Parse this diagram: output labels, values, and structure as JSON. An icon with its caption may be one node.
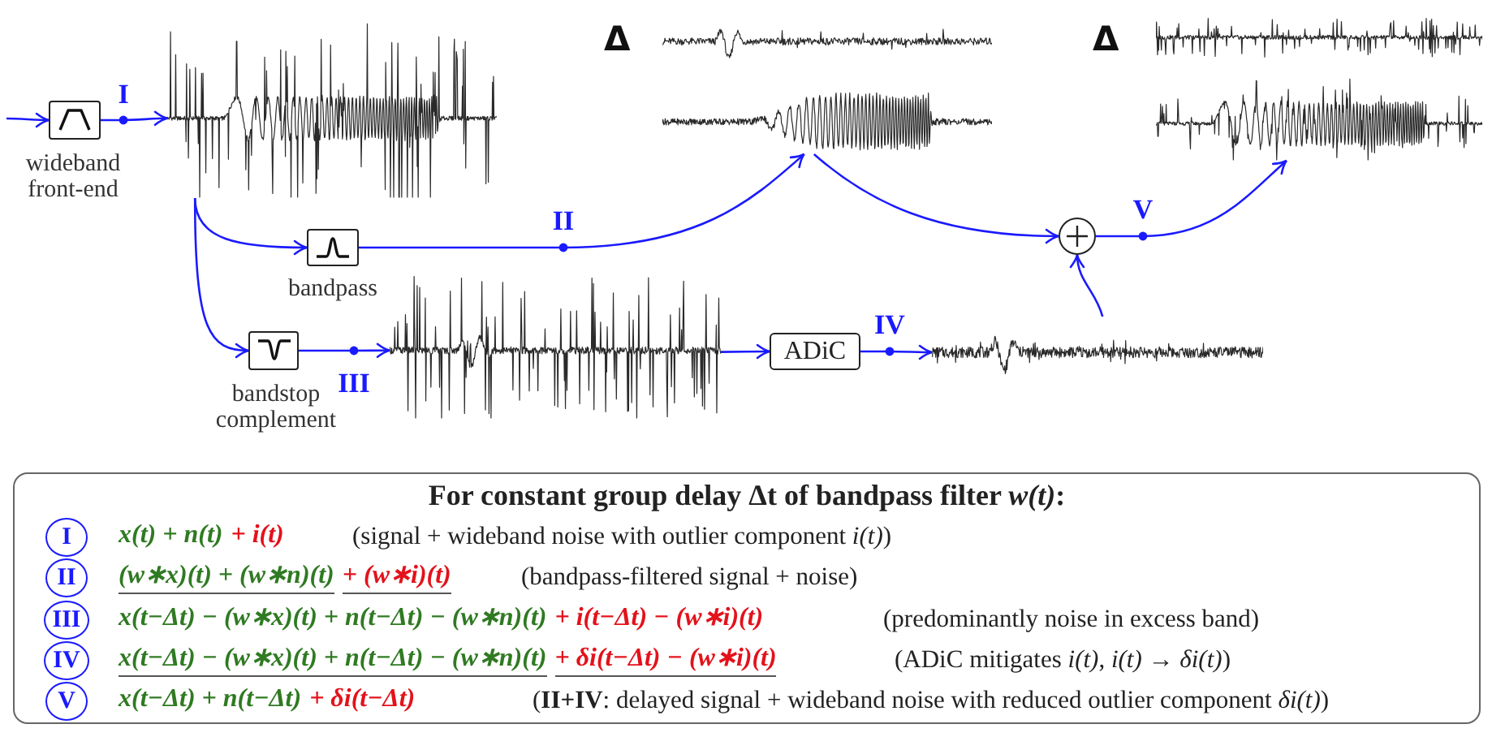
{
  "diagram": {
    "nodes": [
      {
        "text": [],
        "shape": "box",
        "beside": [
          "wideband front-end"
        ]
      },
      {
        "text": [],
        "shape": "picture"
      },
      {
        "text": [],
        "shape": "picture",
        "beside": [
          "Δ"
        ]
      },
      {
        "text": [],
        "shape": "picture",
        "beside": [
          "Δ"
        ]
      },
      {
        "text": [],
        "shape": "picture"
      },
      {
        "text": [],
        "shape": "picture"
      },
      {
        "text": [],
        "shape": "box",
        "beside": [
          "bandpass"
        ]
      },
      {
        "text": [],
        "shape": "circle"
      },
      {
        "text": [],
        "shape": "box",
        "beside": [
          "bandstop complement"
        ]
      },
      {
        "text": [],
        "shape": "picture"
      },
      {
        "text": [
          "ADiC"
        ]
      },
      {
        "text": [],
        "shape": "picture"
      },
      {
        "text": [
          "For constant group delay Δt of bandpass filter *w(t)*:"
        ]
      },
      {
        "text": [
          "I"
        ],
        "in": 12
      },
      {
        "text": [
          "II"
        ],
        "in": 12
      },
      {
        "text": [
          "III"
        ],
        "in": 12
      },
      {
        "text": [
          "IV"
        ],
        "in": 12
      },
      {
        "text": [
          "V"
        ],
        "in": 12
      }
    ],
    "edges": [
      {
        "from": null,
        "to": 0,
        "arrow": "to"
      },
      {
        "from": 0,
        "to": 1,
        "arrow": "to",
        "label": "I"
      },
      {
        "from": 1,
        "to": 6,
        "arrow": "to"
      },
      {
        "from": 1,
        "to": 8,
        "arrow": "to"
      },
      {
        "from": 6,
        "to": 4,
        "arrow": "to",
        "label": "II"
      },
      {
        "from": 4,
        "to": 7,
        "arrow": "to"
      },
      {
        "from": 8,
        "to": 9,
        "arrow": "to",
        "label": "III"
      },
      {
        "from": 9,
        "to": 10,
        "arrow": "to"
      },
      {
        "from": 10,
        "to": 11,
        "arrow": "to",
        "label": "IV"
      },
      {
        "from": 11,
        "to": 7,
        "arrow": "to"
      },
      {
        "from": 7,
        "to": 5,
        "arrow": "to",
        "label": "V"
      }
    ],
    "labels": [
      "x(t) + n(t)",
      "+ i(t)",
      "(signal + wideband noise with outlier component *i(t)*)",
      "(w∗x)(t) + (w∗n)(t)",
      "+ (w∗i)(t)",
      "(bandpass-filtered signal + noise)",
      "x(t−Δt) − (w∗x)(t) + n(t−Δt) − (w∗n)(t)",
      "+ i(t−Δt) − (w∗i)(t)",
      "(predominantly noise in excess band)",
      "x(t−Δt) − (w∗x)(t) + n(t−Δt) − (w∗n)(t)",
      "+ δi(t−Δt) − (w∗i)(t)",
      "(ADiC mitigates *i(t)*, *i(t)* → *δi(t)*)",
      "x(t−Δt) + n(t−Δt)",
      "+ δi(t−Δt)",
      "(**II+IV**: delayed signal + wideband noise with reduced outlier component *δi(t)*)"
    ]
  }
}
